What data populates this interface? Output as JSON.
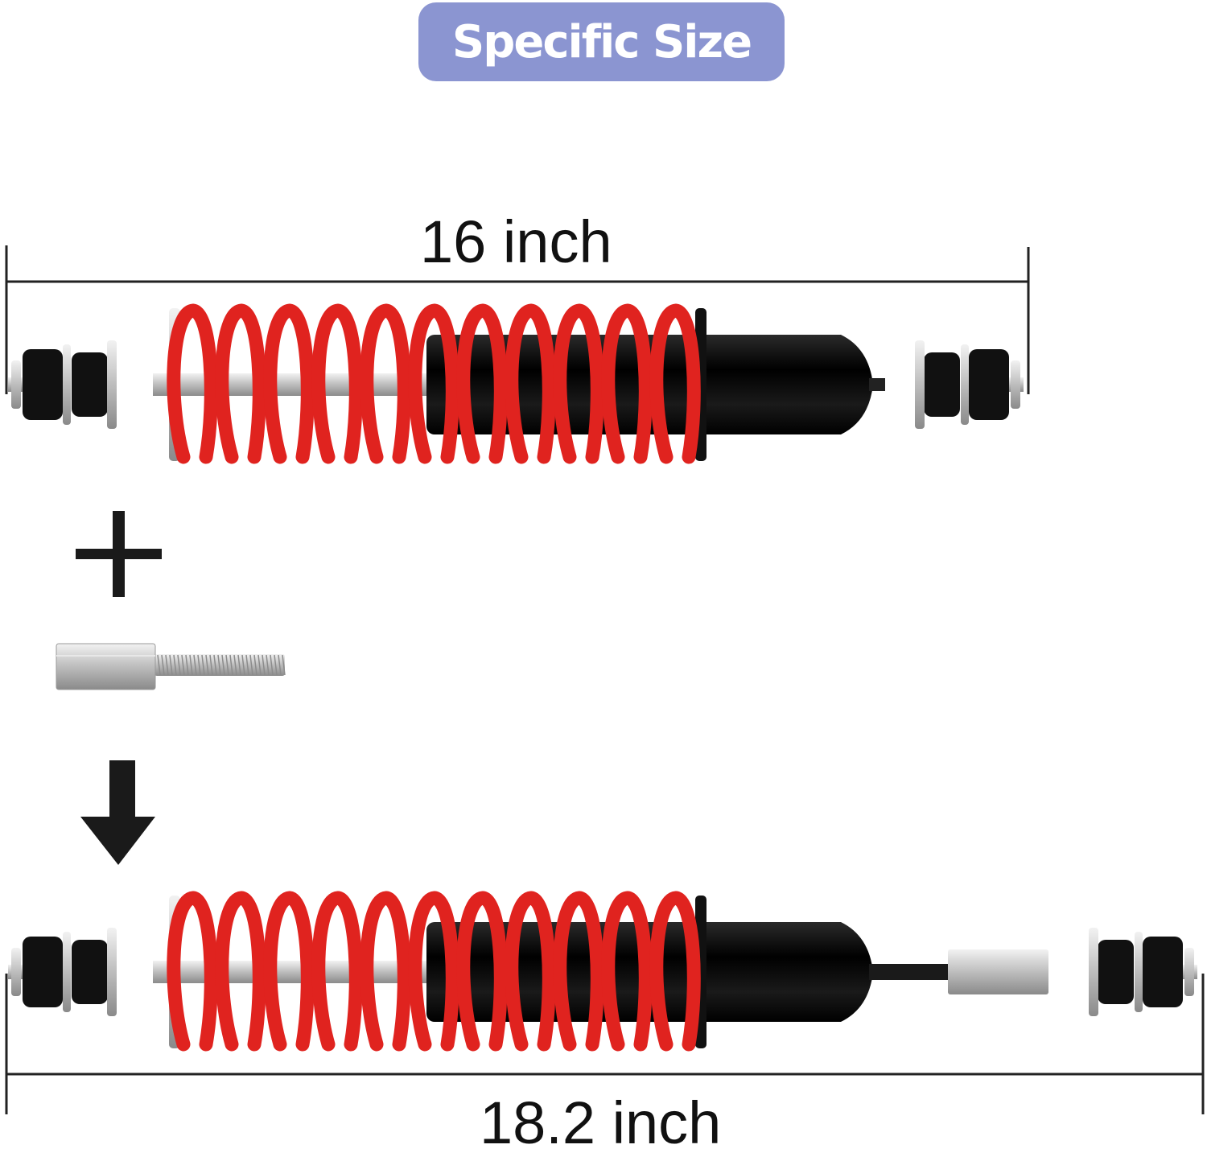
{
  "title": "Specific Size",
  "top_dimension": "16 inch",
  "bottom_dimension": "18.2 inch",
  "colors": {
    "badge": "#8b95d1",
    "spring": "#e0231f",
    "body": "#0b0b0b",
    "metal": "#c8c8c8"
  }
}
